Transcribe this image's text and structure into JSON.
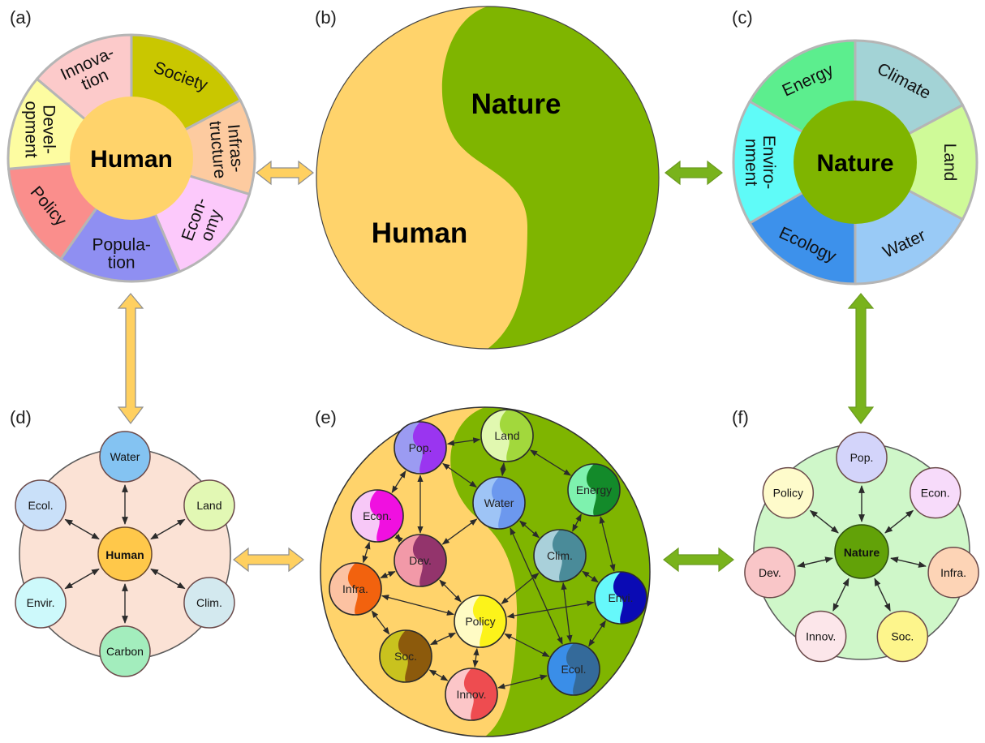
{
  "panel_labels": {
    "a": "(a)",
    "b": "(b)",
    "c": "(c)",
    "d": "(d)",
    "e": "(e)",
    "f": "(f)"
  },
  "colors": {
    "human": "#FFD36B",
    "nature": "#7FB500",
    "human_arrow": "#FFD060",
    "nature_arrow": "#79B31C",
    "d_bg": "#FBE2D5",
    "f_bg": "#CFF7C9"
  },
  "panel_a": {
    "center": "Human",
    "segments": [
      {
        "lines": [
          "Society"
        ],
        "color": "#C9C700"
      },
      {
        "lines": [
          "Infras-",
          "tructure"
        ],
        "color": "#FDCBA0"
      },
      {
        "lines": [
          "Econ-",
          "omy"
        ],
        "color": "#FCC9FB"
      },
      {
        "lines": [
          "Popula-",
          "tion"
        ],
        "color": "#8F8FF2"
      },
      {
        "lines": [
          "Policy"
        ],
        "color": "#FA8E8C"
      },
      {
        "lines": [
          "Devel-",
          "opment"
        ],
        "color": "#FDFCA1"
      },
      {
        "lines": [
          "Innova-",
          "tion"
        ],
        "color": "#FCCACA"
      }
    ]
  },
  "panel_b": {
    "nature": "Nature",
    "human": "Human"
  },
  "panel_c": {
    "center": "Nature",
    "segments": [
      {
        "lines": [
          "Climate"
        ],
        "color": "#A3D3D6"
      },
      {
        "lines": [
          "Land"
        ],
        "color": "#CFFA98"
      },
      {
        "lines": [
          "Water"
        ],
        "color": "#99CAF6"
      },
      {
        "lines": [
          "Ecology"
        ],
        "color": "#3D91EB"
      },
      {
        "lines": [
          "Enviro-",
          "nment"
        ],
        "color": "#5FFBF8"
      },
      {
        "lines": [
          "Energy"
        ],
        "color": "#5CEE8E"
      }
    ]
  },
  "panel_d": {
    "center": "Human",
    "nodes": [
      {
        "label": "Water",
        "color": "#84C3F2"
      },
      {
        "label": "Land",
        "color": "#E2F8B4"
      },
      {
        "label": "Clim.",
        "color": "#D3E9EF"
      },
      {
        "label": "Carbon",
        "color": "#A3EDBD"
      },
      {
        "label": "Envir.",
        "color": "#CDF9FB"
      },
      {
        "label": "Ecol.",
        "color": "#C9E0F9"
      }
    ]
  },
  "panel_e": {
    "nodes": [
      {
        "label": "Pop.",
        "c1": "#9B9BF2",
        "c2": "#9A35F0"
      },
      {
        "label": "Land",
        "c1": "#E1F8B0",
        "c2": "#A2D83C"
      },
      {
        "label": "Econ.",
        "c1": "#F7C8F7",
        "c2": "#F010E0"
      },
      {
        "label": "Water",
        "c1": "#9EC4F6",
        "c2": "#6C98EE"
      },
      {
        "label": "Energy",
        "c1": "#7EF2AE",
        "c2": "#138A2A"
      },
      {
        "label": "Dev.",
        "c1": "#F299A8",
        "c2": "#93346C"
      },
      {
        "label": "Clim.",
        "c1": "#A9D0DA",
        "c2": "#4A8B99"
      },
      {
        "label": "Infra.",
        "c1": "#FCC2A2",
        "c2": "#F2620E"
      },
      {
        "label": "Policy",
        "c1": "#FFFBC4",
        "c2": "#FCF31A"
      },
      {
        "label": "Envi.",
        "c1": "#66F8FB",
        "c2": "#0A0AB4"
      },
      {
        "label": "Soc.",
        "c1": "#C9C21E",
        "c2": "#8C5A0C"
      },
      {
        "label": "Ecol.",
        "c1": "#3A8EE8",
        "c2": "#346A9A"
      },
      {
        "label": "Innov.",
        "c1": "#FCC6C8",
        "c2": "#EE4C50"
      }
    ]
  },
  "panel_f": {
    "center": "Nature",
    "nodes": [
      {
        "label": "Pop.",
        "color": "#D3D4FA"
      },
      {
        "label": "Econ.",
        "color": "#F7DBFA"
      },
      {
        "label": "Infra.",
        "color": "#FDD4B6"
      },
      {
        "label": "Soc.",
        "color": "#FDF58C"
      },
      {
        "label": "Innov.",
        "color": "#FCE6EA"
      },
      {
        "label": "Dev.",
        "color": "#F9C6C8"
      },
      {
        "label": "Policy",
        "color": "#FEFBCB"
      }
    ]
  }
}
